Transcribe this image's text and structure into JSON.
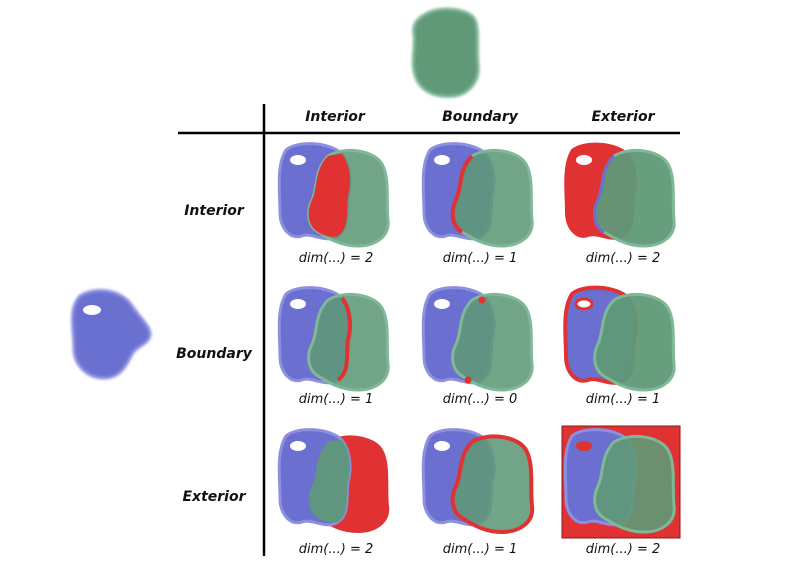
{
  "columns": [
    "Interior",
    "Boundary",
    "Exterior"
  ],
  "rows": [
    "Interior",
    "Boundary",
    "Exterior"
  ],
  "cells": [
    [
      "dim(...) = 2",
      "dim(...) = 1",
      "dim(...) = 2"
    ],
    [
      "dim(...) = 1",
      "dim(...) = 0",
      "dim(...) = 1"
    ],
    [
      "dim(...) = 2",
      "dim(...) = 1",
      "dim(...) = 2"
    ]
  ],
  "colors": {
    "shape_a": "#6b6fcf",
    "shape_b": "#5f9977",
    "highlight": "#e03232",
    "grid": "#000000"
  }
}
